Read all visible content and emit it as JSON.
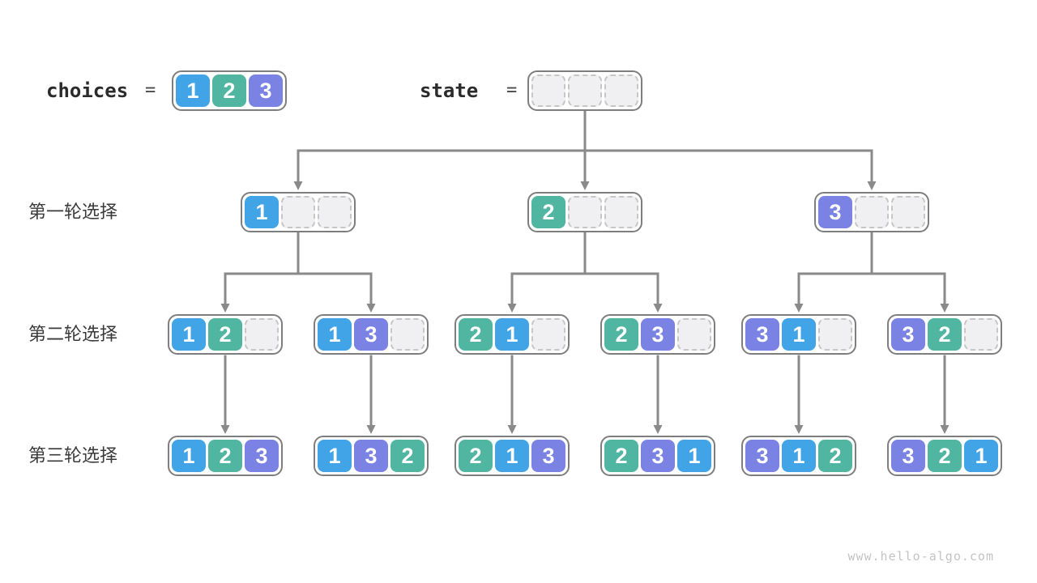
{
  "header": {
    "choices": {
      "label": "choices",
      "equals": "=",
      "cells": [
        "1",
        "2",
        "3"
      ]
    },
    "state": {
      "label": "state",
      "equals": "=",
      "cells": [
        null,
        null,
        null
      ]
    }
  },
  "rows": [
    {
      "label": "第一轮选择",
      "boxes": [
        [
          "1",
          null,
          null
        ],
        [
          "2",
          null,
          null
        ],
        [
          "3",
          null,
          null
        ]
      ]
    },
    {
      "label": "第二轮选择",
      "boxes": [
        [
          "1",
          "2",
          null
        ],
        [
          "1",
          "3",
          null
        ],
        [
          "2",
          "1",
          null
        ],
        [
          "2",
          "3",
          null
        ],
        [
          "3",
          "1",
          null
        ],
        [
          "3",
          "2",
          null
        ]
      ]
    },
    {
      "label": "第三轮选择",
      "boxes": [
        [
          "1",
          "2",
          "3"
        ],
        [
          "1",
          "3",
          "2"
        ],
        [
          "2",
          "1",
          "3"
        ],
        [
          "2",
          "3",
          "1"
        ],
        [
          "3",
          "1",
          "2"
        ],
        [
          "3",
          "2",
          "1"
        ]
      ]
    }
  ],
  "value_colors": {
    "1": "#41A4E7",
    "2": "#50B6A1",
    "3": "#7A83E3"
  },
  "ui_colors": {
    "line": "#8a8a8a",
    "box_border": "#7e7e7e",
    "empty_fill": "#f0f0f2",
    "empty_border": "#c6c6c6",
    "label_text": "#3a3a3a",
    "watermark_text": "#c3c3c3"
  },
  "watermark": "www.hello-algo.com"
}
